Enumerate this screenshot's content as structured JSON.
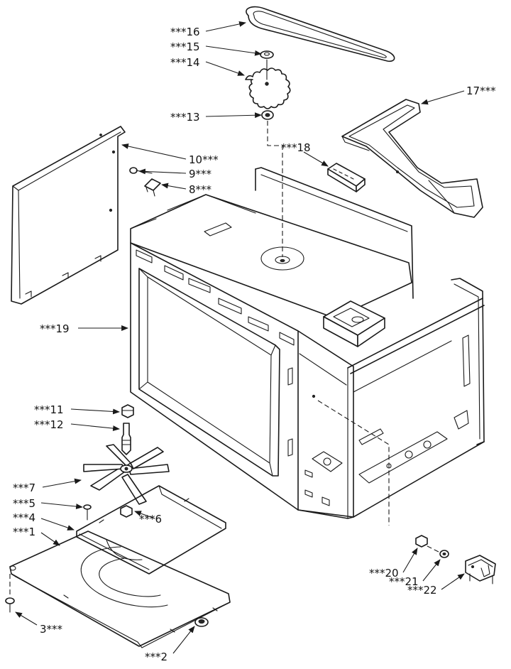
{
  "callouts": [
    {
      "id": "16",
      "text": "***16"
    },
    {
      "id": "15",
      "text": "***15"
    },
    {
      "id": "14",
      "text": "***14"
    },
    {
      "id": "13",
      "text": "***13"
    },
    {
      "id": "17",
      "text": "17***"
    },
    {
      "id": "18",
      "text": "***18"
    },
    {
      "id": "10",
      "text": "10***"
    },
    {
      "id": "9",
      "text": "9***"
    },
    {
      "id": "8",
      "text": "8***"
    },
    {
      "id": "19",
      "text": "***19"
    },
    {
      "id": "11",
      "text": "***11"
    },
    {
      "id": "12",
      "text": "***12"
    },
    {
      "id": "7",
      "text": "***7"
    },
    {
      "id": "5",
      "text": "***5"
    },
    {
      "id": "6",
      "text": "***6"
    },
    {
      "id": "4",
      "text": "***4"
    },
    {
      "id": "1",
      "text": "***1"
    },
    {
      "id": "3",
      "text": "3***"
    },
    {
      "id": "2",
      "text": "***2"
    },
    {
      "id": "20",
      "text": "***20"
    },
    {
      "id": "21",
      "text": "***21"
    },
    {
      "id": "22",
      "text": "***22"
    }
  ]
}
